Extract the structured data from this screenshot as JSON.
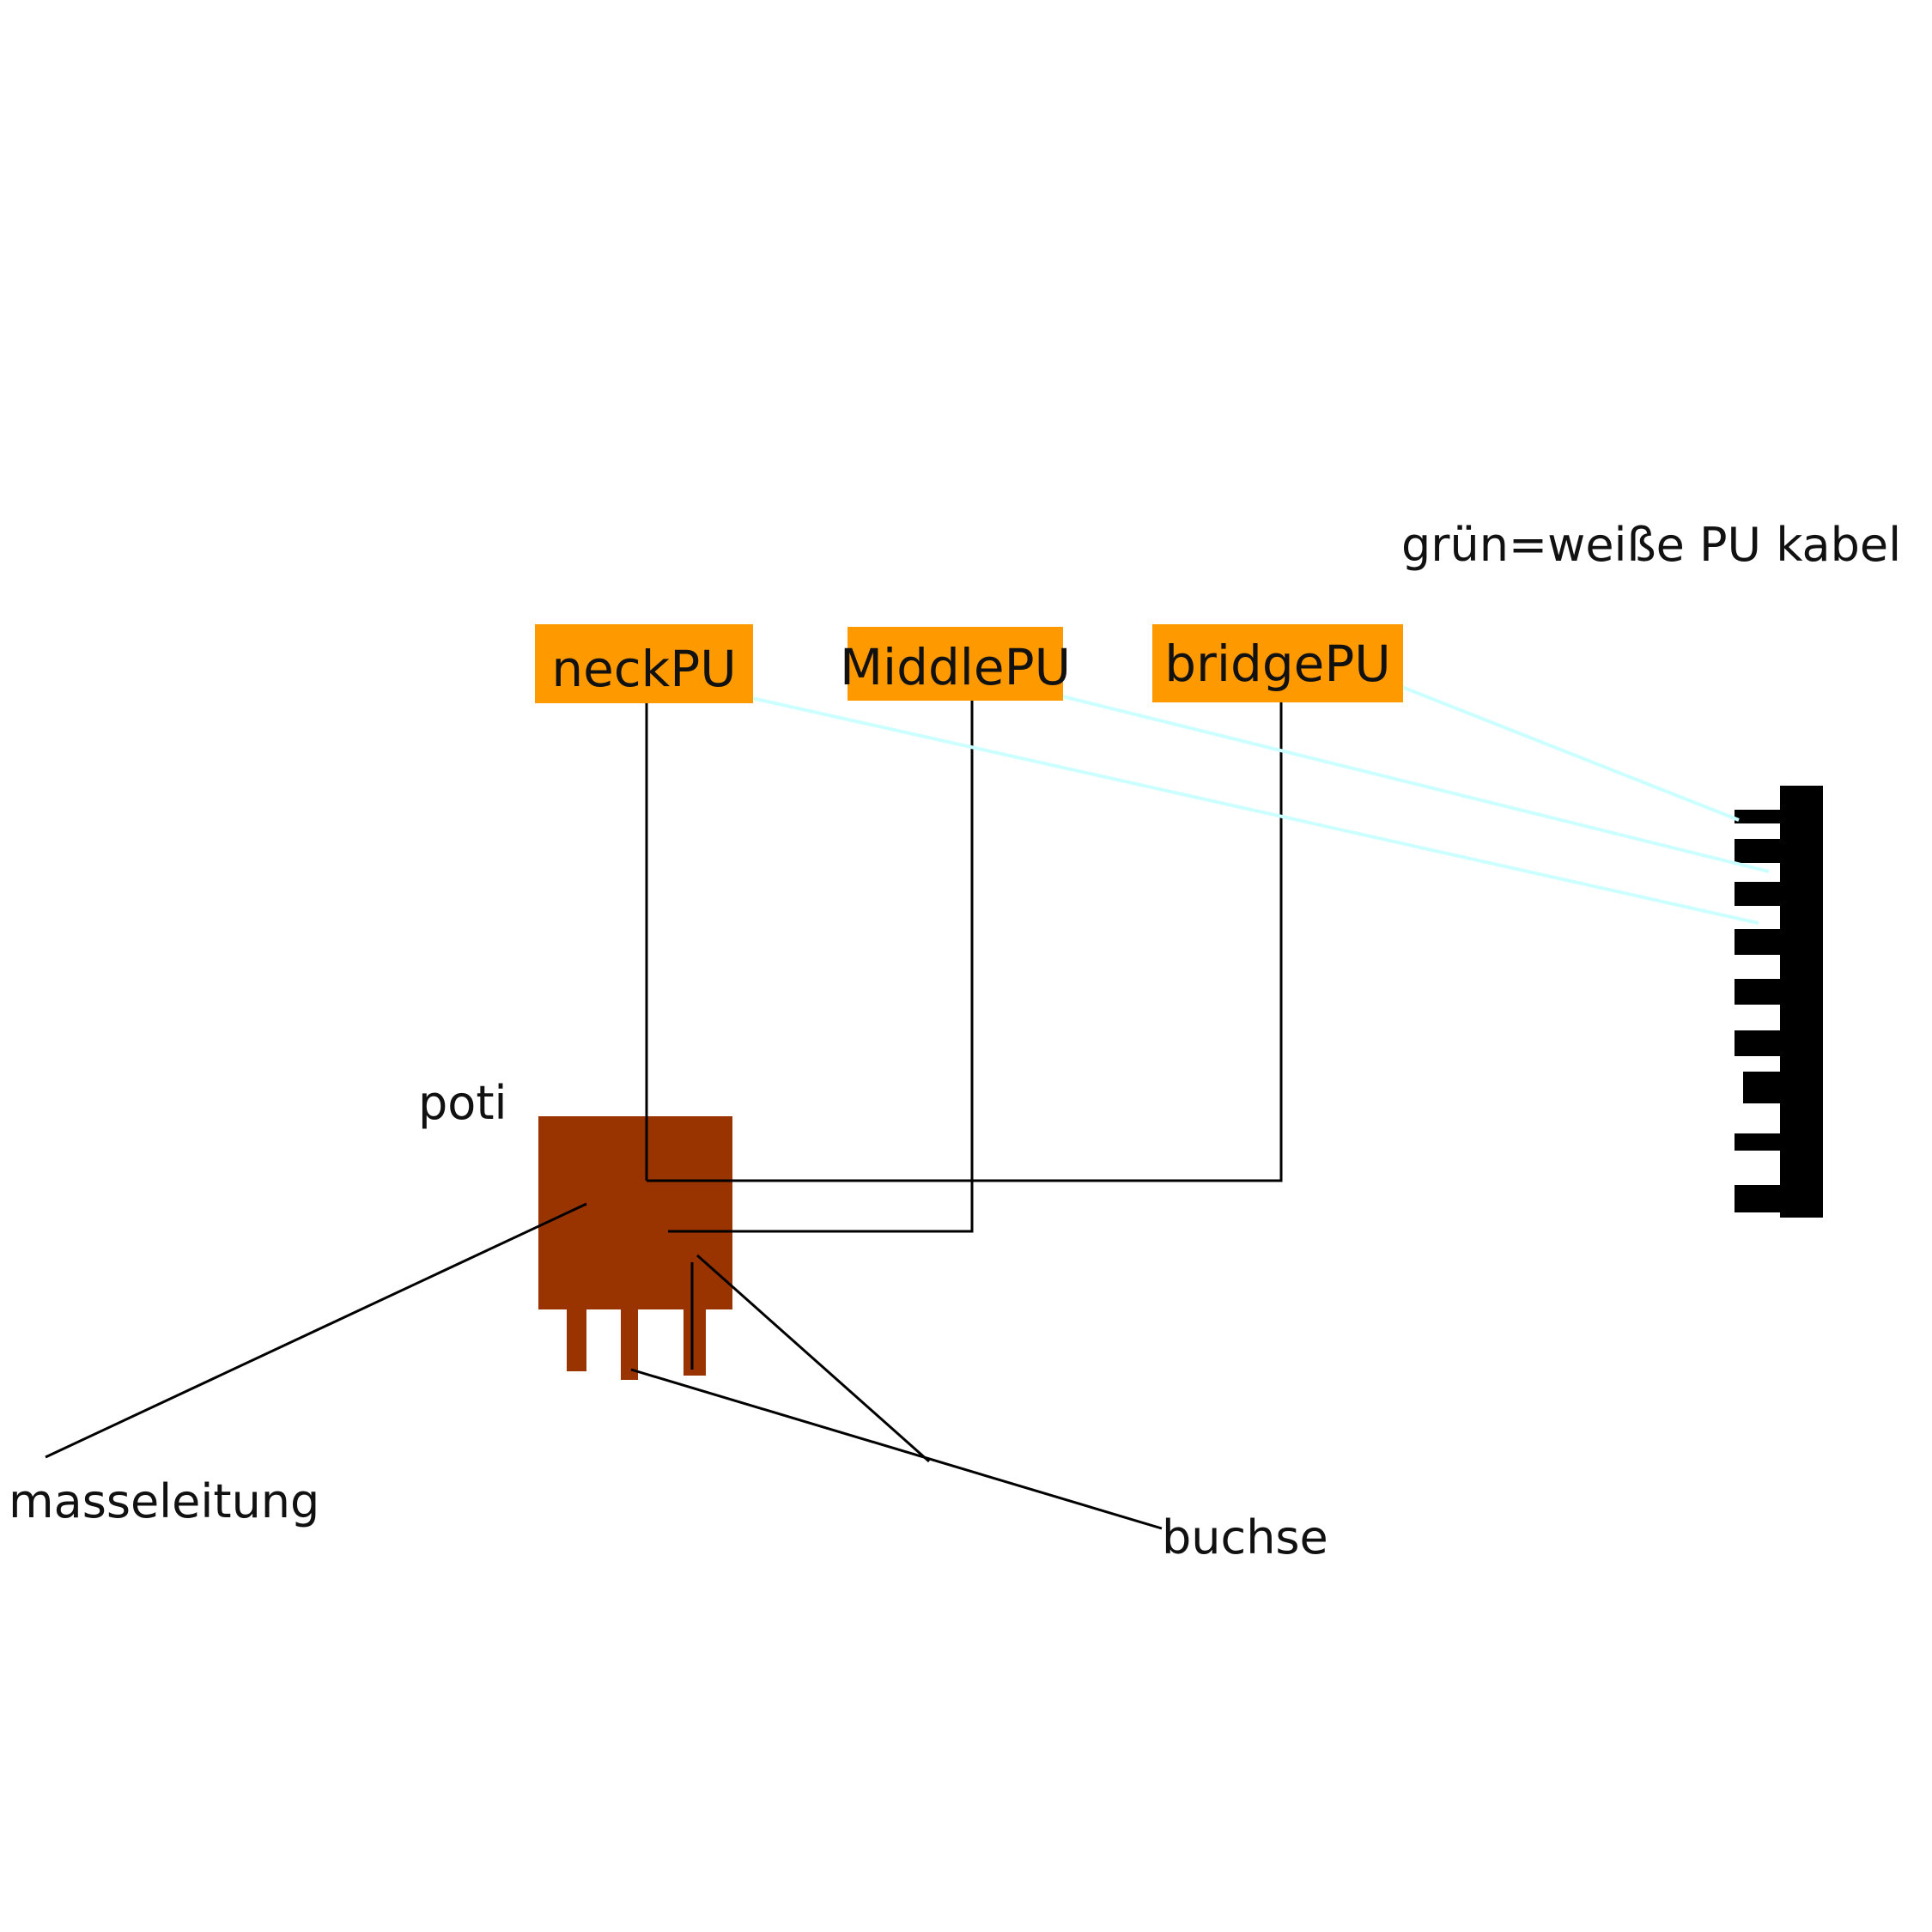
{
  "diagram": {
    "legend_note": "grün=weiße PU kabel",
    "pickups": [
      {
        "id": "neck",
        "label": "neckPU"
      },
      {
        "id": "middle",
        "label": "MiddlePU"
      },
      {
        "id": "bridge",
        "label": "bridgePU"
      }
    ],
    "poti_label": "poti",
    "ground_label": "masseleitung",
    "jack_label": "buchse",
    "colors": {
      "pickup_fill": "#FF9900",
      "poti_fill": "#993300",
      "wire_black": "#000000",
      "wire_white_cable": "#CCFFFF",
      "switch_fill": "#000000",
      "background": "#FFFFFF"
    }
  }
}
